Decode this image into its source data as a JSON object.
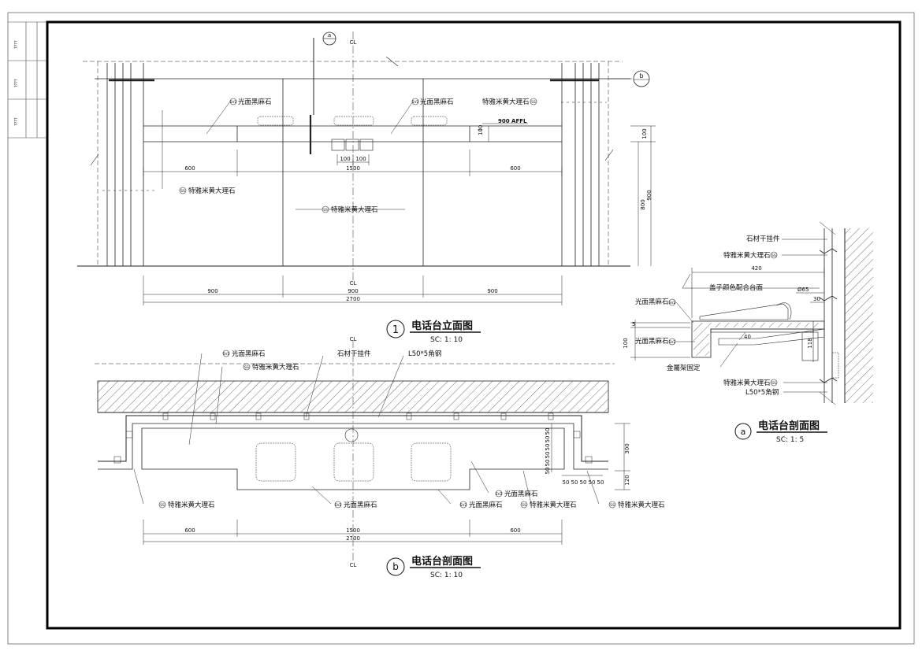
{
  "side_labels": [
    "????",
    "????",
    "????"
  ],
  "cl_mark": "CL",
  "elevation": {
    "title": "电话台立面图",
    "title_no": "1",
    "scale": "SC: 1: 10",
    "section_marker_a": "a",
    "section_marker_b": "b",
    "level_note": "900 AFFL",
    "dims_top": [
      "600",
      "1500",
      "600"
    ],
    "dims_small": [
      "100",
      "100"
    ],
    "dims_bottom": [
      "900",
      "900",
      "900"
    ],
    "dim_total": "2700",
    "dims_right": [
      "100",
      "800",
      "900"
    ],
    "dim_100_side": "100",
    "tags": {
      "black_granite_1": {
        "code": "SV2",
        "text": "光面黑麻石"
      },
      "black_granite_2": {
        "code": "SV2",
        "text": "光面黑麻石"
      },
      "yellow_marble_top": {
        "code": "SS",
        "text": "特雅米黄大理石"
      },
      "yellow_marble_left": {
        "code": "SS",
        "text": "特雅米黄大理石"
      },
      "yellow_marble_center": {
        "code": "SS",
        "text": "特雅米黄大理石"
      }
    }
  },
  "plan": {
    "title": "电话台剖面图",
    "title_no": "b",
    "scale": "SC: 1: 10",
    "dims": [
      "600",
      "1500",
      "600"
    ],
    "dim_total": "2700",
    "dims_right": [
      "300",
      "120"
    ],
    "dims_50_v": [
      "50",
      "50",
      "50",
      "50",
      "50",
      "50"
    ],
    "dims_50_h": [
      "50",
      "50",
      "50",
      "50",
      "50"
    ],
    "tags": {
      "black_granite_top": {
        "code": "SV2",
        "text": "光面黑麻石"
      },
      "yellow_marble_top": {
        "code": "SS",
        "text": "特雅米黄大理石"
      },
      "stone_hanger": {
        "code": "",
        "text": "石材干挂件"
      },
      "angle_steel": {
        "code": "",
        "text": "L50*5角钢"
      },
      "black_granite_bottom_1": {
        "code": "SV2",
        "text": "光面黑麻石"
      },
      "black_granite_bottom_2": {
        "code": "SV2",
        "text": "光面黑麻石"
      },
      "black_granite_bottom_3": {
        "code": "SV2",
        "text": "光面黑麻石"
      },
      "yellow_marble_bottom_left": {
        "code": "SS",
        "text": "特雅米黄大理石"
      },
      "yellow_marble_bottom_mid": {
        "code": "SS",
        "text": "特雅米黄大理石"
      },
      "yellow_marble_bottom_right": {
        "code": "SS",
        "text": "特雅米黄大理石"
      }
    }
  },
  "section": {
    "title": "电话台剖面图",
    "title_no": "a",
    "scale": "SC: 1: 5",
    "labels": {
      "hanger": "石材干挂件",
      "marble_top": {
        "code": "SS",
        "text": "特雅米黄大理石"
      },
      "cover_note": "盖子颜色配合台面",
      "granite_1": {
        "code": "SV2",
        "text": "光面黑麻石"
      },
      "granite_2": {
        "code": "SV2",
        "text": "光面黑麻石"
      },
      "metal_fix": "金屬架固定",
      "marble_bottom": {
        "code": "SS",
        "text": "特雅米黄大理石"
      },
      "angle": "L50*5角钢"
    },
    "dims": {
      "d420": "420",
      "d65": "Ø65",
      "d30": "30",
      "d5": "5",
      "d100": "100",
      "d40": "40",
      "d118": "118"
    }
  }
}
